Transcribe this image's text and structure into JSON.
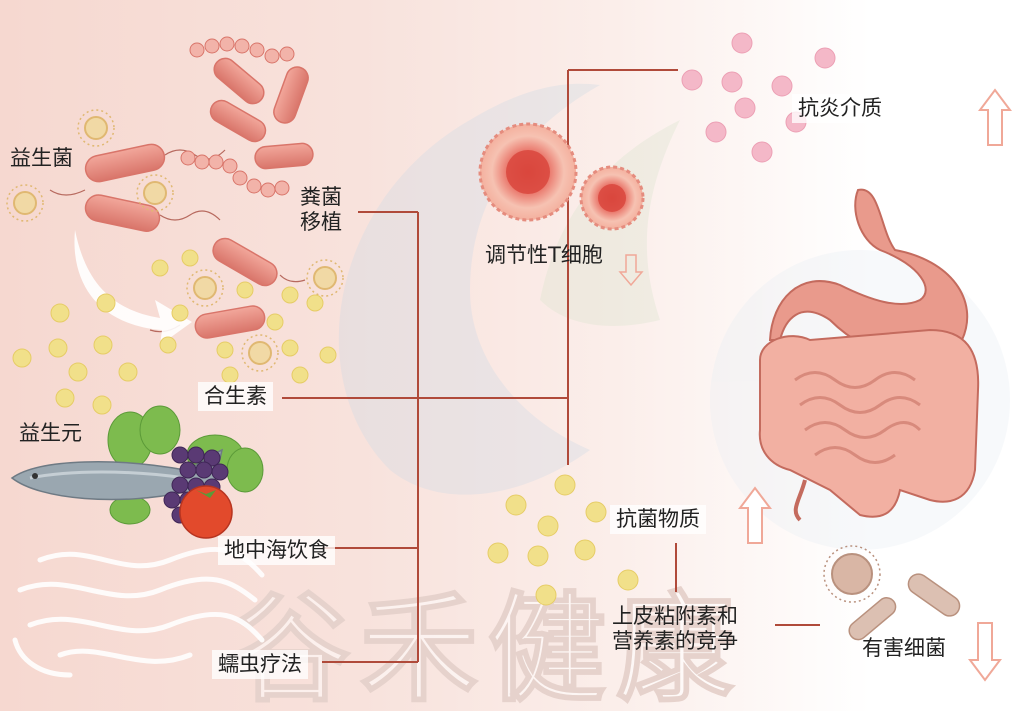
{
  "labels": {
    "probiotics": "益生菌",
    "fmt": [
      "粪菌",
      "移植"
    ],
    "treg": "调节性T细胞",
    "anti_inflammatory": "抗炎介质",
    "prebiotics": "益生元",
    "synbiotics": "合生素",
    "antibacterial": "抗菌物质",
    "mediterranean_diet": "地中海饮食",
    "epithelial_competition": [
      "上皮粘附素和",
      "营养素的竞争"
    ],
    "harmful_bacteria": "有害细菌",
    "helminth_therapy": "蠕虫疗法"
  },
  "watermark": "谷禾健康",
  "colors": {
    "connector": "#b04a3a",
    "arrow_outline": "#f0a898",
    "bacteria": "#e88e82",
    "prebiotic_dot": "#f1e08a",
    "cell": "#e3786c",
    "pink_dot": "#f4b8c8"
  },
  "icons": [
    "probiotic-bacteria-icon",
    "pollen-icon",
    "prebiotic-particles-icon",
    "food-plate-icon",
    "worms-icon",
    "regulatory-t-cell-icon",
    "mediator-dots-icon",
    "antibacterial-dots-icon",
    "gut-icon",
    "harmful-bacteria-icon"
  ]
}
